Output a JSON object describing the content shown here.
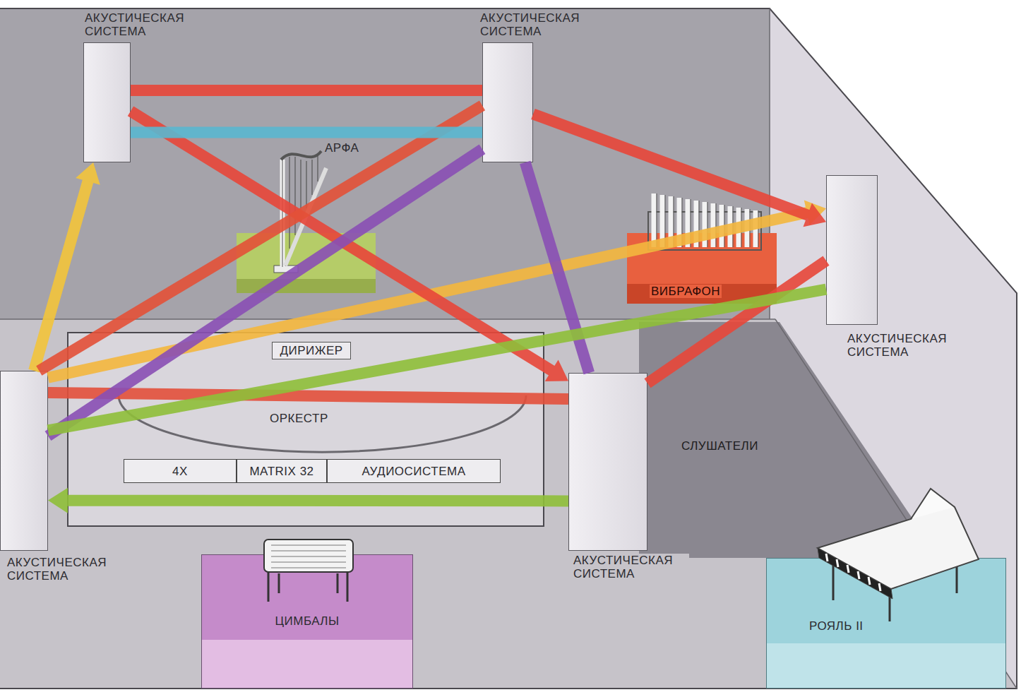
{
  "diagram": {
    "nodes": [
      {
        "text": [
          "АКУСТИЧЕСКАЯ СИСТЕМА"
        ]
      },
      {
        "text": [
          "АКУСТИЧЕСКАЯ СИСТЕМА"
        ]
      },
      {
        "text": [
          "АРФА"
        ]
      },
      {
        "text": [
          "ВИБРАФОН"
        ]
      },
      {
        "text": [
          "АКУСТИЧЕСКАЯ СИСТЕМА"
        ]
      },
      {
        "text": [
          "ОРКЕСТР"
        ]
      },
      {
        "text": [
          "ДИРИЖЕР"
        ],
        "in": 5
      },
      {
        "text": [
          "4X"
        ],
        "in": 5
      },
      {
        "text": [
          "MATRIX 32"
        ],
        "in": 5
      },
      {
        "text": [
          "АУДИОСИСТЕМА"
        ],
        "in": 5
      },
      {
        "text": [
          "АКУСТИЧЕСКАЯ СИСТЕМА"
        ]
      },
      {
        "text": [
          "АКУСТИЧЕСКАЯ СИСТЕМА"
        ]
      },
      {
        "text": [
          "ЦИМБАЛЫ"
        ]
      },
      {
        "text": [
          "РОЯЛЬ II"
        ]
      }
    ],
    "edges": [
      {
        "from": 10,
        "to": 0,
        "arrow": "to"
      },
      {
        "from": 10,
        "to": 4,
        "arrow": "to"
      },
      {
        "from": 0,
        "to": 1,
        "arrow": "none"
      },
      {
        "from": 0,
        "to": 11,
        "arrow": "to"
      },
      {
        "from": 1,
        "to": 10,
        "arrow": "none"
      },
      {
        "from": 1,
        "to": 4,
        "arrow": "to"
      },
      {
        "from": 4,
        "to": 11,
        "arrow": "none"
      },
      {
        "from": 10,
        "to": 11,
        "arrow": "none"
      },
      {
        "from": 0,
        "to": 1,
        "arrow": "none"
      },
      {
        "from": 1,
        "to": 10,
        "arrow": "none"
      },
      {
        "from": 1,
        "to": 11,
        "arrow": "none"
      },
      {
        "from": 4,
        "to": 10,
        "arrow": "none"
      },
      {
        "from": 11,
        "to": 10,
        "arrow": "to"
      }
    ],
    "labels": [
      "СЛУШАТЕЛИ"
    ]
  }
}
